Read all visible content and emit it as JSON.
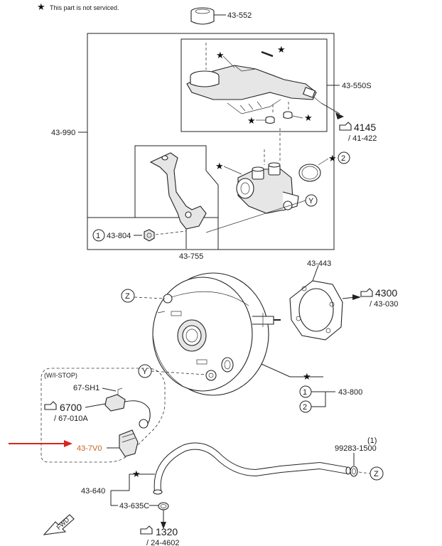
{
  "note": {
    "star": "★",
    "text": "This part is not serviced."
  },
  "parts": {
    "p43_552": "43-552",
    "p43_550S": "43-550S",
    "p43_990": "43-990",
    "p43_804": "43-804",
    "p43_755": "43-755",
    "p43_443": "43-443",
    "p43_030": "/ 43-030",
    "p4300": "4300",
    "p4145": "4145",
    "p41_422": "/ 41-422",
    "p43_800": "43-800",
    "p67_SH1": "67-SH1",
    "p6700": "6700",
    "p67_010A": "/ 67-010A",
    "p43_7V0": "43-7V0",
    "p99283": "99283-1500",
    "p99283_qty": "(1)",
    "p43_640": "43-640",
    "p43_635C": "43-635C",
    "p1320": "1320",
    "p24_4602": "/ 24-4602",
    "wistop": "(W/I-STOP)"
  },
  "callouts": {
    "one": "1",
    "two": "2",
    "y": "Y",
    "z": "Z"
  },
  "fwd": "FWD",
  "highlight_color": "#c8641e",
  "arrow_color": "#d9261c"
}
